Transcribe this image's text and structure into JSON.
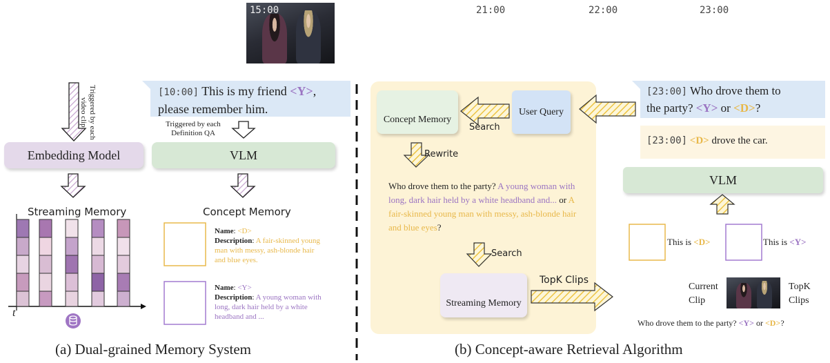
{
  "top": {
    "thumb_time": "15:00",
    "times": [
      "21:00",
      "22:00",
      "23:00"
    ]
  },
  "left": {
    "side_note": "Triggered by each video clip",
    "embedding_model": "Embedding Model",
    "vlm": "VLM",
    "def_bubble": {
      "time": "[10:00]",
      "pre": "This is my friend ",
      "tag": "<Y>",
      "post": ",",
      "line2": "please remember him."
    },
    "triggered_qa": "Triggered by each Definition QA",
    "streaming_memory_title": "Streaming Memory",
    "concept_memory_title": "Concept Memory",
    "axis_t": "t",
    "concepts": [
      {
        "name_label": "Name",
        "name": "<D>",
        "desc_label": "Description",
        "desc": "A fair-skinned young man with messy, ash-blonde hair and blue eyes."
      },
      {
        "name_label": "Name",
        "name": "<Y>",
        "desc_label": "Description",
        "desc": "A young woman with long, dark hair held by a white headband and ..."
      }
    ],
    "caption": "(a) Dual-grained Memory System"
  },
  "right": {
    "concept_memory": "Concept Memory",
    "user_query": "User Query",
    "search1": "Search",
    "rewrite": "Rewrite",
    "rewritten": {
      "pre": "Who drove them to the party? ",
      "y_desc": "A young woman with long, dark hair held by a white headband and...",
      "mid": " or ",
      "d_desc": "A fair-skinned young man with messy, ash-blonde hair and blue eyes",
      "end": "?"
    },
    "search2": "Search",
    "streaming_memory": "Streaming Memory",
    "topk_arrow": "TopK Clips",
    "question": {
      "time": "[23:00]",
      "l1": "Who drove them to",
      "l2pre": "the party? ",
      "y": "<Y>",
      "or": " or ",
      "d": "<D>",
      "end": "?"
    },
    "answer": {
      "time": "[23:00]",
      "d": "<D>",
      "rest": " drove the car."
    },
    "vlm": "VLM",
    "this_is_d": {
      "pre": "This is ",
      "tag": "<D>"
    },
    "this_is_y": {
      "pre": "This is ",
      "tag": "<Y>"
    },
    "current_clip": "Current Clip",
    "topk_clips": "TopK Clips",
    "bottom_q": {
      "pre": "Who drove them to the party? ",
      "y": "<Y>",
      "or": " or ",
      "d": "<D>",
      "end": "?"
    },
    "caption": "(b) Concept-aware Retrieval Algorithm"
  },
  "colors": {
    "purple": "#9b74c2",
    "gold": "#e8b84a",
    "embed_box": "#e4d9ea",
    "vlm_box": "#d7e8d5",
    "query_bubble": "#dbe8f6",
    "answer_bubble": "#fdf5e2",
    "panel": "#fdf2d4"
  }
}
